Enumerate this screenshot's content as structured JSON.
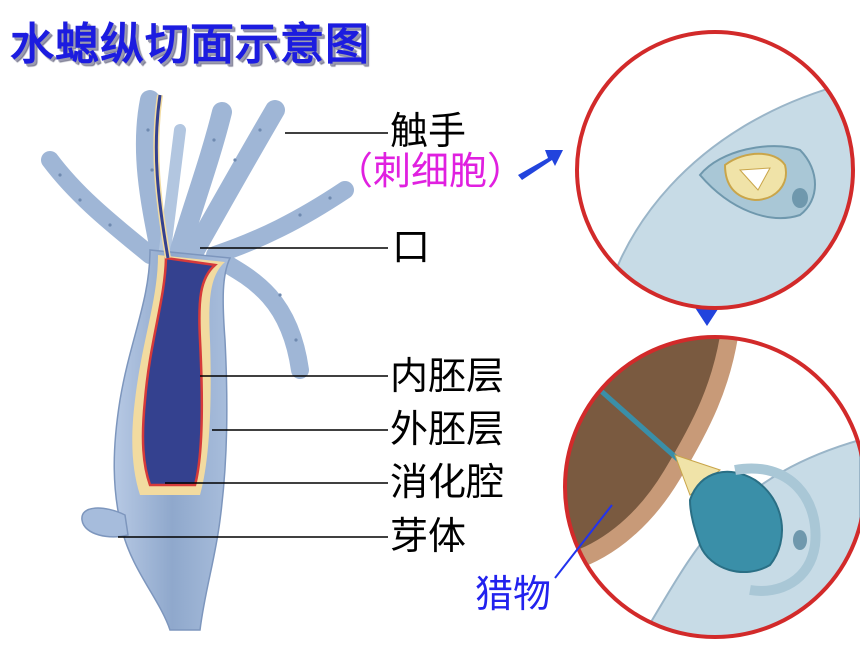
{
  "title": "水螅纵切面示意图",
  "labels": {
    "tentacle": "触手",
    "nematocyst": "（刺细胞）",
    "mouth": "口",
    "endoderm": "内胚层",
    "ectoderm": "外胚层",
    "gastric_cavity": "消化腔",
    "bud": "芽体",
    "prey": "猎物"
  },
  "colors": {
    "title": "#1c1ce0",
    "body_outer": "#9fb6d6",
    "body_cavity": "#34418f",
    "endoderm_line": "#d63a3a",
    "mesoglea": "#f2dba0",
    "circle_border": "#d22a2a",
    "cell_water": "#c7dbe6",
    "arrow": "#2244dd",
    "prey_body": "#7a5a40",
    "magenta": "#e020e0"
  }
}
